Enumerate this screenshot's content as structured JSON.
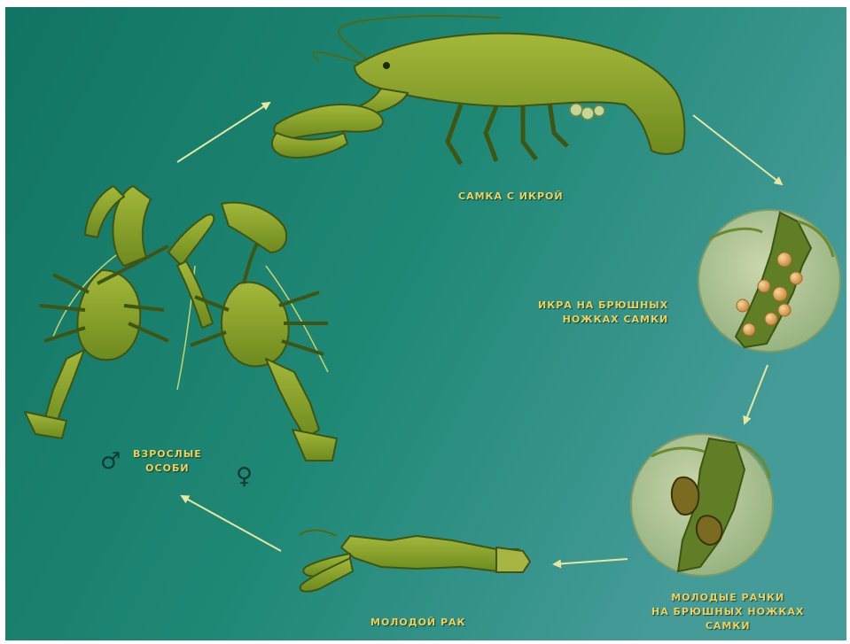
{
  "stages": {
    "female_with_eggs": "Самка с икрой",
    "eggs_on_legs_line1": "Икра на брюшных",
    "eggs_on_legs_line2": "ножках самки",
    "young_on_legs_line1": "Молодые рачки",
    "young_on_legs_line2": "на брюшных ножках",
    "young_on_legs_line3": "самки",
    "young_crayfish": "Молодой рак",
    "adults_line1": "Взрослые",
    "adults_line2": "особи"
  },
  "symbols": {
    "male": "♂",
    "female": "♀"
  },
  "colors": {
    "background_left": "#137864",
    "background_right": "#3d9a94",
    "label": "#f0cf5a",
    "crayfish_body": "#8aa32a",
    "crayfish_dark": "#3f5512",
    "circle_fill": "#b7c79d",
    "egg": "#e2a85a",
    "arrow": "#e8e6a0"
  },
  "icons": [
    "crayfish-female-icon",
    "eggs-circle-icon",
    "larvae-circle-icon",
    "young-crayfish-icon",
    "adult-crayfish-pair-icon",
    "male-symbol",
    "female-symbol",
    "cycle-arrow"
  ]
}
